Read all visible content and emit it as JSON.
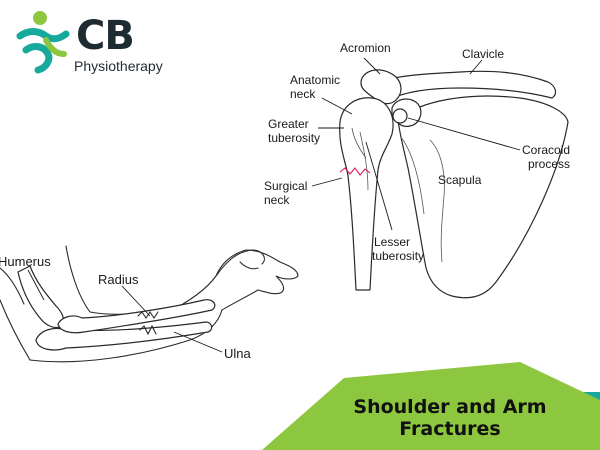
{
  "logo": {
    "brand": "CB",
    "subtitle": "Physiotherapy",
    "colors": {
      "teal": "#17a99b",
      "green": "#8dc63f",
      "dark": "#1f2b33"
    }
  },
  "shoulder_labels": {
    "acromion": "Acromion",
    "clavicle": "Clavicle",
    "anatomic_neck_1": "Anatomic",
    "anatomic_neck_2": "neck",
    "greater_tuberosity_1": "Greater",
    "greater_tuberosity_2": "tuberosity",
    "coracoid_1": "Coracoid",
    "coracoid_2": "process",
    "scapula": "Scapula",
    "surgical_neck_1": "Surgical",
    "surgical_neck_2": "neck",
    "lesser_tuberosity_1": "Lesser",
    "lesser_tuberosity_2": "tuberosity"
  },
  "arm_labels": {
    "humerus": "Humerus",
    "radius": "Radius",
    "ulna": "Ulna"
  },
  "banner": {
    "title_line1": "Shoulder and Arm",
    "title_line2": "Fractures",
    "colors": {
      "green": "#8dc63f",
      "teal": "#17a99b"
    }
  },
  "fracture_color": "#d81b60"
}
